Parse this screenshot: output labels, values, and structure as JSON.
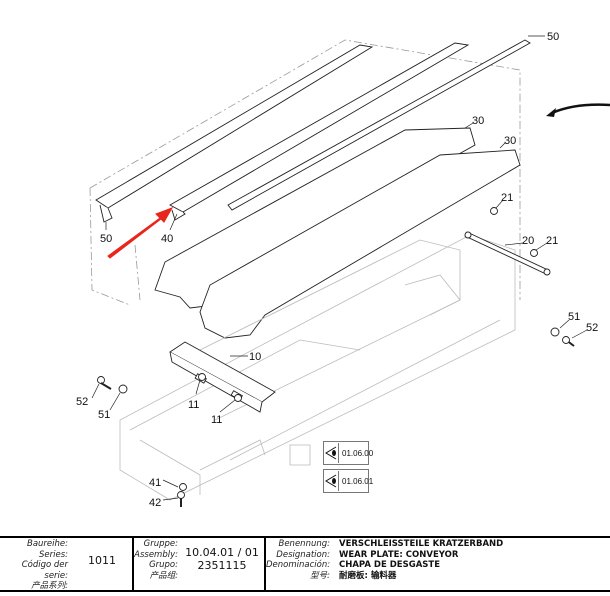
{
  "callouts": [
    {
      "id": "c50a",
      "text": "50"
    },
    {
      "id": "c30a",
      "text": "30"
    },
    {
      "id": "c30b",
      "text": "30"
    },
    {
      "id": "c21a",
      "text": "21"
    },
    {
      "id": "c20",
      "text": "20"
    },
    {
      "id": "c21b",
      "text": "21"
    },
    {
      "id": "c51a",
      "text": "51"
    },
    {
      "id": "c52a",
      "text": "52"
    },
    {
      "id": "c50b",
      "text": "50"
    },
    {
      "id": "c40",
      "text": "40"
    },
    {
      "id": "c10",
      "text": "10"
    },
    {
      "id": "c52b",
      "text": "52"
    },
    {
      "id": "c51b",
      "text": "51"
    },
    {
      "id": "c11a",
      "text": "11"
    },
    {
      "id": "c11b",
      "text": "11"
    },
    {
      "id": "c41",
      "text": "41"
    },
    {
      "id": "c42",
      "text": "42"
    }
  ],
  "references": [
    "01.06.00",
    "01.06.01"
  ],
  "colors": {
    "highlight_arrow": "#e8261c"
  },
  "title_block": {
    "series_labels": [
      "Baureihe:",
      "Series:",
      "Código der serie:",
      "产品系列:"
    ],
    "series_value": "1011",
    "group_labels": [
      "Gruppe:",
      "Assembly:",
      "Grupo:",
      "产品组:"
    ],
    "assembly_value": "10.04.01 / 01",
    "group_value": "2351115",
    "designation_labels": [
      "Benennung:",
      "Designation:",
      "Denominación:",
      "型号:"
    ],
    "designation_values": [
      "VERSCHLEISSTEILE KRATZERBAND",
      "WEAR PLATE: CONVEYOR",
      "CHAPA DE DESGASTE",
      "耐磨板: 输料器"
    ]
  }
}
